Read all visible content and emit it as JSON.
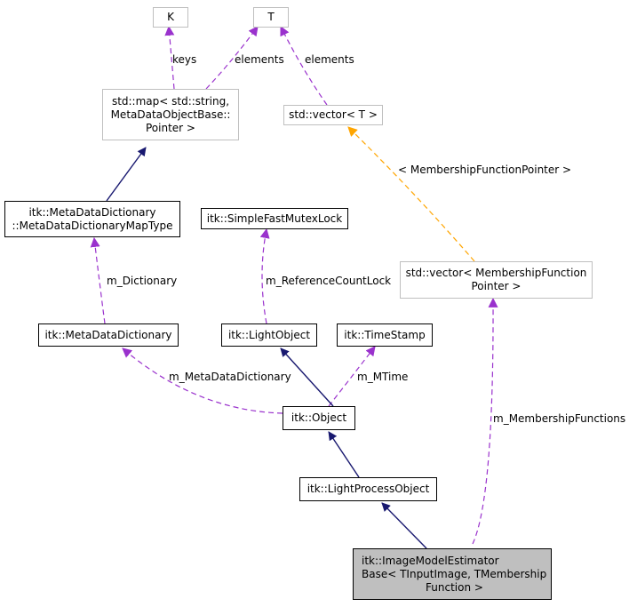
{
  "colors": {
    "inherit": "#191970",
    "usage": "#9a32cd",
    "template": "#ffa500",
    "gray_border": "#bfbfbf",
    "focus_fill": "#bfbfbf"
  },
  "nodes": {
    "k": {
      "lines": [
        "K"
      ]
    },
    "t": {
      "lines": [
        "T"
      ]
    },
    "map": {
      "lines": [
        "std::map< std::string,",
        "MetaDataObjectBase::",
        "Pointer >"
      ]
    },
    "vector_t": {
      "lines": [
        "std::vector< T >"
      ]
    },
    "dict_map_type": {
      "lines": [
        "itk::MetaDataDictionary",
        "::MetaDataDictionaryMapType"
      ]
    },
    "mutex_lock": {
      "lines": [
        "itk::SimpleFastMutexLock"
      ]
    },
    "vector_mf": {
      "lines": [
        "std::vector< MembershipFunction",
        "Pointer >"
      ]
    },
    "meta_dict": {
      "lines": [
        "itk::MetaDataDictionary"
      ]
    },
    "light_object": {
      "lines": [
        "itk::LightObject"
      ]
    },
    "time_stamp": {
      "lines": [
        "itk::TimeStamp"
      ]
    },
    "object": {
      "lines": [
        "itk::Object"
      ]
    },
    "light_process": {
      "lines": [
        "itk::LightProcessObject"
      ]
    },
    "estimator": {
      "lines": [
        "itk::ImageModelEstimator",
        "Base< TInputImage, TMembership",
        "Function >"
      ]
    }
  },
  "edge_labels": {
    "keys": "keys",
    "elements_map": "elements",
    "elements_vector": "elements",
    "membership_pointer": "< MembershipFunctionPointer >",
    "m_dictionary": "m_Dictionary",
    "m_reference_count_lock": "m_ReferenceCountLock",
    "m_meta_data_dictionary": "m_MetaDataDictionary",
    "m_mtime": "m_MTime",
    "m_membership_functions": "m_MembershipFunctions"
  }
}
